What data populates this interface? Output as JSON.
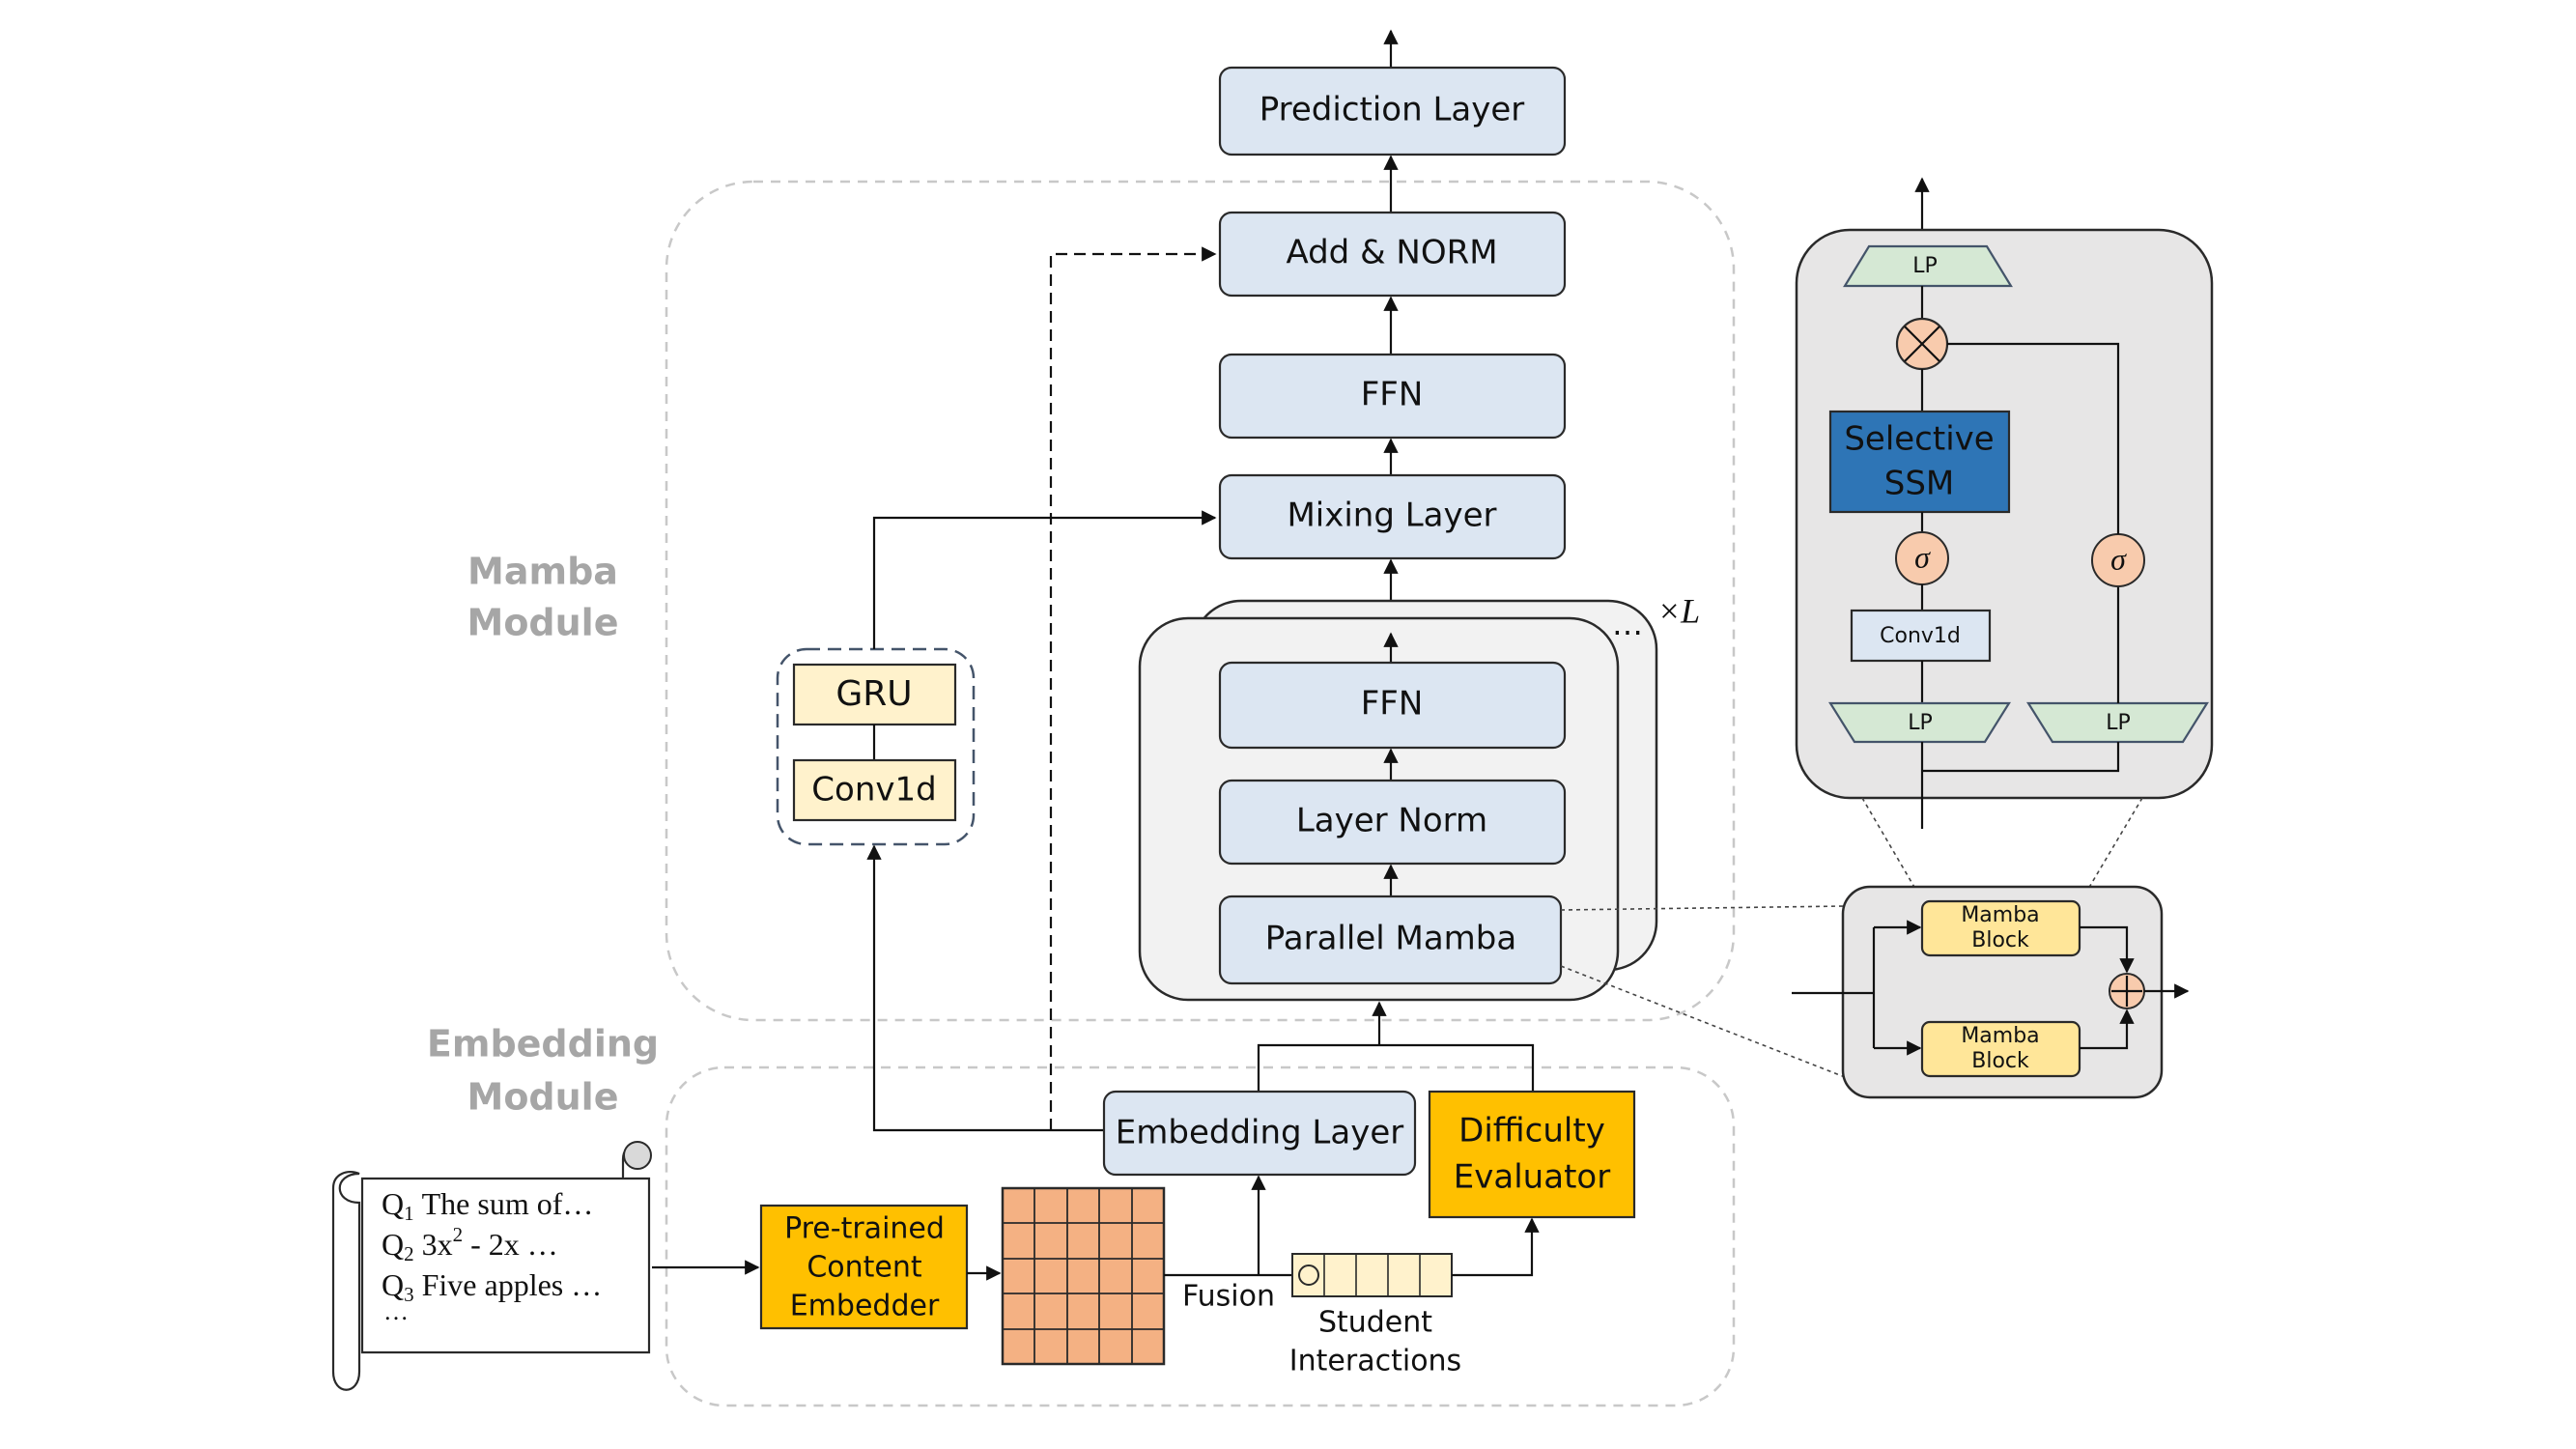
{
  "modules": {
    "mamba_l1": "Mamba",
    "mamba_l2": "Module",
    "embedding_l1": "Embedding",
    "embedding_l2": "Module"
  },
  "main_stack": {
    "prediction": "Prediction Layer",
    "add_norm": "Add & NORM",
    "ffn_top": "FFN",
    "mixing": "Mixing Layer",
    "ffn_inner": "FFN",
    "layer_norm": "Layer Norm",
    "parallel_mamba": "Parallel Mamba",
    "repeat_label": "×L",
    "repeat_dots": "…"
  },
  "branch": {
    "gru": "GRU",
    "conv": "Conv1d"
  },
  "embedding": {
    "layer": "Embedding Layer",
    "difficulty_l1": "Difficulty",
    "difficulty_l2": "Evaluator",
    "pretrained_l1": "Pre-trained",
    "pretrained_l2": "Content",
    "pretrained_l3": "Embedder",
    "fusion": "Fusion",
    "student_l1": "Student",
    "student_l2": "Interactions"
  },
  "scroll": {
    "q1_sub": "1",
    "q1_text": "The sum of…",
    "q2_sub": "2",
    "q2_text_a": "3x",
    "q2_sup": "2",
    "q2_text_b": " - 2x …",
    "q3_sub": "3",
    "q3_text": "Five apples …",
    "more": "…",
    "q_letter": "Q"
  },
  "mamba_block_detail": {
    "lp": "LP",
    "selective_l1": "Selective",
    "selective_l2": "SSM",
    "sigma": "σ",
    "conv": "Conv1d"
  },
  "parallel_detail": {
    "block_l1": "Mamba",
    "block_l2": "Block"
  },
  "colors": {
    "light_blue": "#dce6f2",
    "yellow_orange": "#ffc000",
    "light_yellow": "#fff2cc",
    "mamba_yellow": "#ffe699",
    "ssm_blue": "#2e75b6",
    "lp_green": "#d5e8d4",
    "sigma_peach": "#f8cbad",
    "grid_orange": "#f4b183",
    "module_gray": "#a6a6a6"
  }
}
